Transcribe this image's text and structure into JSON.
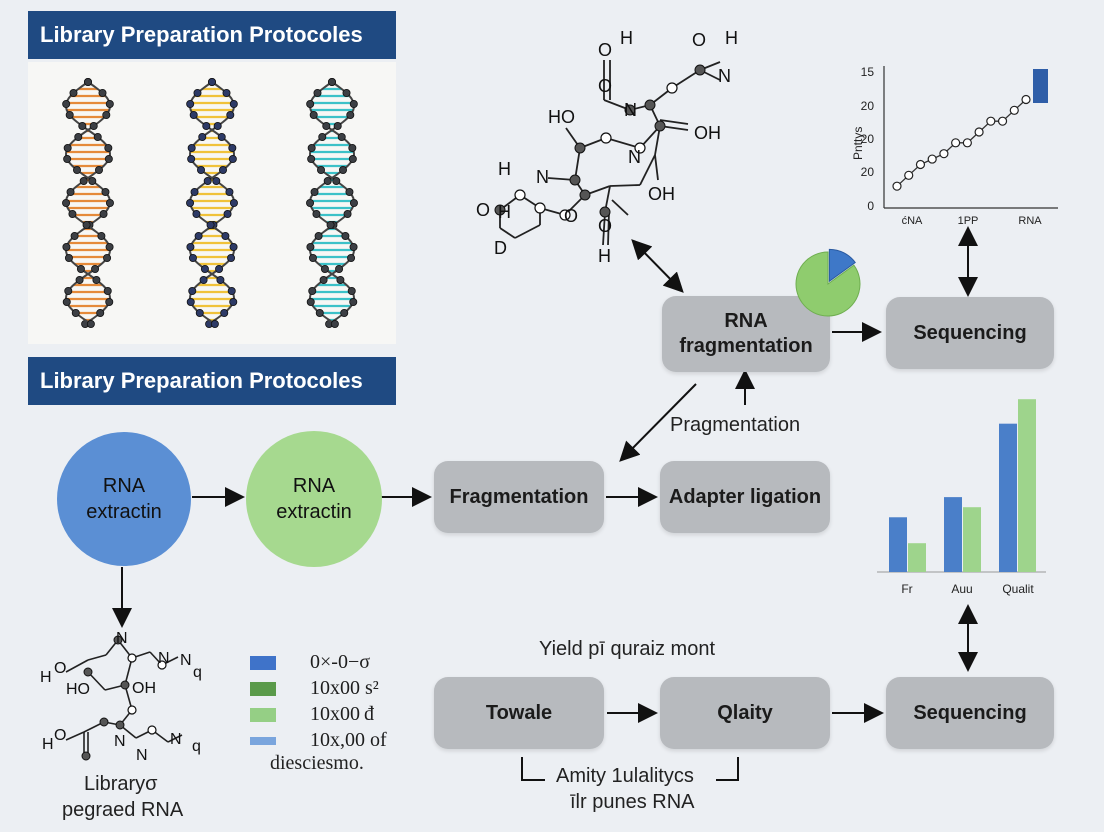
{
  "banners": {
    "top": "Library Preparation Protocoles",
    "middle": "Library Preparation Protocoles"
  },
  "nodes": {
    "circle1": "RNA\nextractin",
    "circle2": "RNA\nextractin",
    "fragmentation": "Fragmentation",
    "adapter_ligation": "Adapter ligation",
    "rna_fragmentation": "RNA\nfragmentation",
    "sequencing_top": "Sequencing",
    "towale": "Towale",
    "qlaity": "Qlaity",
    "sequencing_bottom": "Sequencing"
  },
  "labels": {
    "pragmentation": "Pragmentation",
    "yield": "Yield pī quraiz mont",
    "amity": "Amity  1ulalitycs",
    "pures": "īlr punes RNA",
    "library_line1": "Libraryσ",
    "library_line2": "pegraed RNA"
  },
  "legend": [
    {
      "text": "0×-0−σ",
      "color": "#3f73c9"
    },
    {
      "text": "10x00 s²",
      "color": "#5a9a4a"
    },
    {
      "text": "10x00 đ",
      "color": "#95cf85"
    },
    {
      "text": "10x,00 of",
      "color": "#7aa5dd"
    }
  ],
  "legend_footer": "diesciesmo.",
  "molecule_top": [
    "O",
    "H",
    "O",
    "O",
    "H",
    "N",
    "HO",
    "N",
    "OH",
    "H",
    "N",
    "N",
    "OH",
    "H",
    "O",
    "O",
    "D",
    "O",
    "H"
  ],
  "molecule_bottom": [
    "N",
    "N",
    "N",
    "q",
    "H",
    "O",
    "HO",
    "OH",
    "H",
    "O",
    "N",
    "N",
    "N",
    "q"
  ],
  "colors": {
    "circle1": "#5b8fd4",
    "circle2": "#a6d98f",
    "box": "#b7babe",
    "blue": "#4a7fc9",
    "green": "#9ed48c",
    "banner": "#1f4a82"
  },
  "chart_data": [
    {
      "type": "line",
      "title": "",
      "ylabel": "Pnttys",
      "xlabel": "",
      "y_tick_labels": [
        "15",
        "20",
        "20",
        "20",
        "0"
      ],
      "x_tick_labels": [
        "ćNA",
        "1PP",
        "RNA"
      ],
      "points": [
        1,
        2,
        3,
        3.5,
        4,
        5,
        5,
        6,
        7,
        7,
        8,
        9
      ],
      "ylim": [
        0,
        12
      ],
      "marker_end": "blue bar",
      "grid": false
    },
    {
      "type": "bar",
      "title": "",
      "categories": [
        "Fr",
        "Auu",
        "Qualit"
      ],
      "series": [
        {
          "name": "",
          "values": [
            3.8,
            5.2,
            10.3
          ],
          "color": "#4a7fc9"
        },
        {
          "name": "",
          "values": [
            2.0,
            4.5,
            12.0
          ],
          "color": "#9ed48c"
        }
      ],
      "ylim": [
        0,
        12.5
      ],
      "grid": false
    },
    {
      "type": "pie",
      "title": "",
      "slices": [
        {
          "label": "",
          "value": 85,
          "color": "#8fcc6e"
        },
        {
          "label": "",
          "value": 15,
          "color": "#3e78c8"
        }
      ]
    }
  ]
}
